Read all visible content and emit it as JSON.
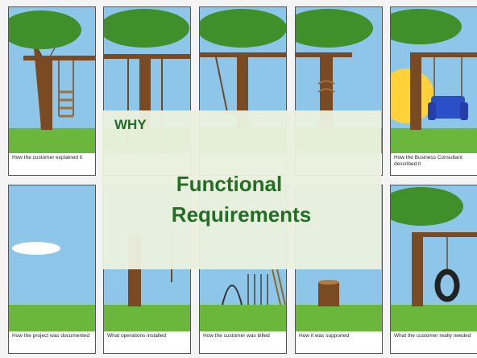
{
  "overlay": {
    "heading": "WHY",
    "title_line1": "Functional",
    "title_line2": "Requirements"
  },
  "panels": [
    {
      "caption": "How the customer explained it"
    },
    {
      "caption": ""
    },
    {
      "caption": ""
    },
    {
      "caption": ""
    },
    {
      "caption": "How the Business Consultant described it"
    },
    {
      "caption": "How the project was documented"
    },
    {
      "caption": "What operations installed"
    },
    {
      "caption": "How the customer was billed"
    },
    {
      "caption": "How it was supported"
    },
    {
      "caption": "What the customer really needed"
    }
  ],
  "colors": {
    "sky": "#8ec6ea",
    "grass": "#6ab73c",
    "trunk": "#7a4a22",
    "foliage": "#3f8f2b",
    "overlay_bg": "#ebf1de",
    "title_green": "#1e6b1e"
  }
}
